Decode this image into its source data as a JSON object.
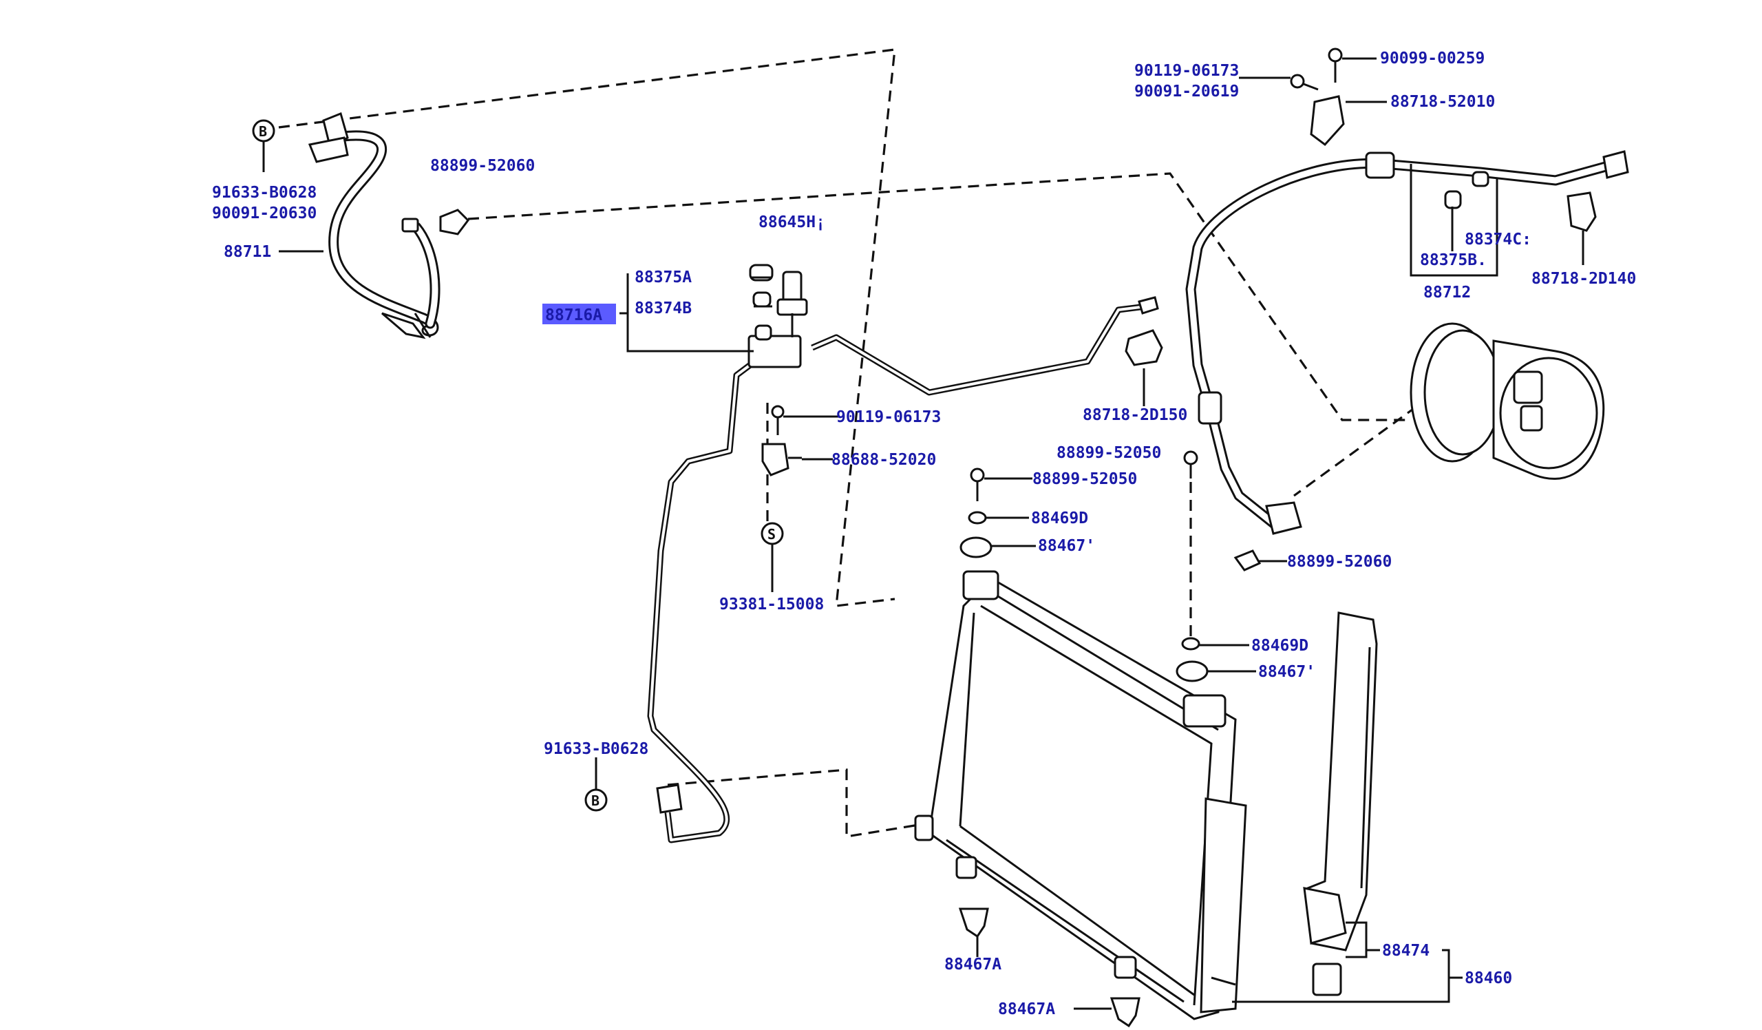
{
  "highlight_color": "#5b5bff",
  "label_color": "#1a1aa8",
  "labels": {
    "p91633_b0628_top": "91633-B0628",
    "p90091_20630": "90091-20630",
    "p88711": "88711",
    "p88899_52060_top": "88899-52060",
    "p88645": "88645H¡",
    "p88375a": "88375A",
    "p88374b": "88374B",
    "p88716a": "88716A",
    "p90119_06173_mid": "90119-06173",
    "p88688_52020": "88688-52020",
    "s_marker": "S",
    "p93381_15008": "93381-15008",
    "b_marker": "B",
    "p91633_b0628_bottom": "91633-B0628",
    "p88718_2d150": "88718-2D150",
    "p90119_06173_top": "90119-06173",
    "p90091_20619": "90091-20619",
    "p90099_00259": "90099-00259",
    "p88718_52010": "88718-52010",
    "p88374c": "88374C:",
    "p88375b": "88375B.",
    "p88712": "88712",
    "p88718_2d140": "88718-2D140",
    "p88899_52050_a": "88899-52050",
    "p88899_52050_b": "88899-52050",
    "p88469d_a": "88469D",
    "p88467_a": "88467'",
    "p88899_52060_right": "88899-52060",
    "p88469d_b": "88469D",
    "p88467_b": "88467'",
    "p88467a_a": "88467A",
    "p88467a_b": "88467A",
    "p88474": "88474",
    "p88460": "88460"
  }
}
